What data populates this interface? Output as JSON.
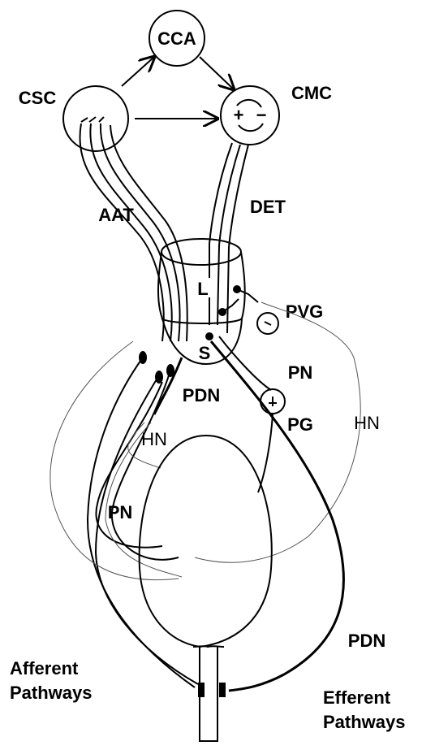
{
  "labels": {
    "cca": "CCA",
    "csc": "CSC",
    "cmc": "CMC",
    "aat": "AAT",
    "det": "DET",
    "l": "L",
    "s": "S",
    "pvg": "PVG",
    "pn_right": "PN",
    "pg": "PG",
    "hn_right": "HN",
    "pdn_top": "PDN",
    "hn_left": "HN",
    "pn_left": "PN",
    "pdn_bottom": "PDN",
    "afferent_1": "Afferent",
    "afferent_2": "Pathways",
    "efferent_1": "Efferent",
    "efferent_2": "Pathways"
  },
  "cmc_signs": {
    "plus": "+",
    "minus": "−"
  }
}
